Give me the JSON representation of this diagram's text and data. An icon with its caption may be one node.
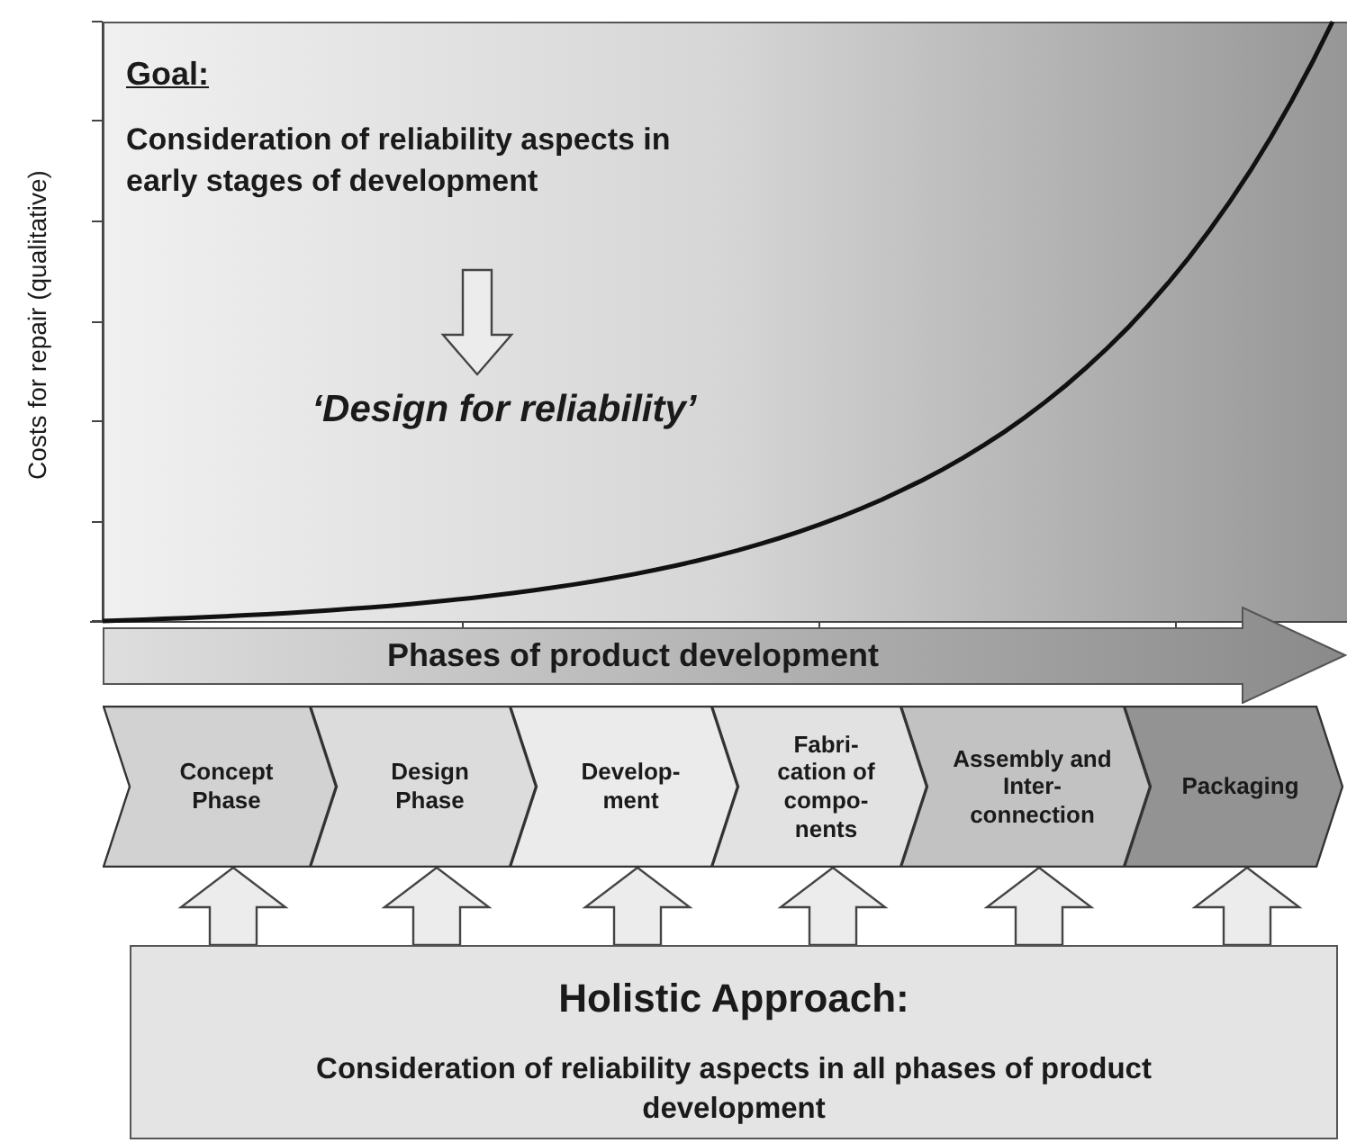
{
  "diagram": {
    "nodes": [
      {
        "text": [
          "Goal:",
          "Consideration of reliability aspects in early stages of development"
        ]
      },
      {
        "text": [
          "‘Design for reliability’"
        ]
      },
      {
        "text": [
          "Phases of product development"
        ]
      },
      {
        "text": [
          "Concept Phase"
        ]
      },
      {
        "text": [
          "Design Phase"
        ]
      },
      {
        "text": [
          "Develop- ment"
        ]
      },
      {
        "text": [
          "Fabri- cation of compo- nents"
        ]
      },
      {
        "text": [
          "Assembly and Inter- connection"
        ]
      },
      {
        "text": [
          "Packaging"
        ]
      },
      {
        "text": [
          "Holistic Approach:",
          "Consideration of reliability aspects in all phases of product development"
        ]
      }
    ],
    "edges": [
      {
        "from": 0,
        "to": 1,
        "arrow": "to"
      },
      {
        "from": 9,
        "to": 3,
        "arrow": "to"
      },
      {
        "from": 9,
        "to": 4,
        "arrow": "to"
      },
      {
        "from": 9,
        "to": 5,
        "arrow": "to"
      },
      {
        "from": 9,
        "to": 6,
        "arrow": "to"
      },
      {
        "from": 9,
        "to": 7,
        "arrow": "to"
      },
      {
        "from": 9,
        "to": 8,
        "arrow": "to"
      }
    ],
    "labels": [
      "Costs for repair (qualitative)"
    ]
  }
}
